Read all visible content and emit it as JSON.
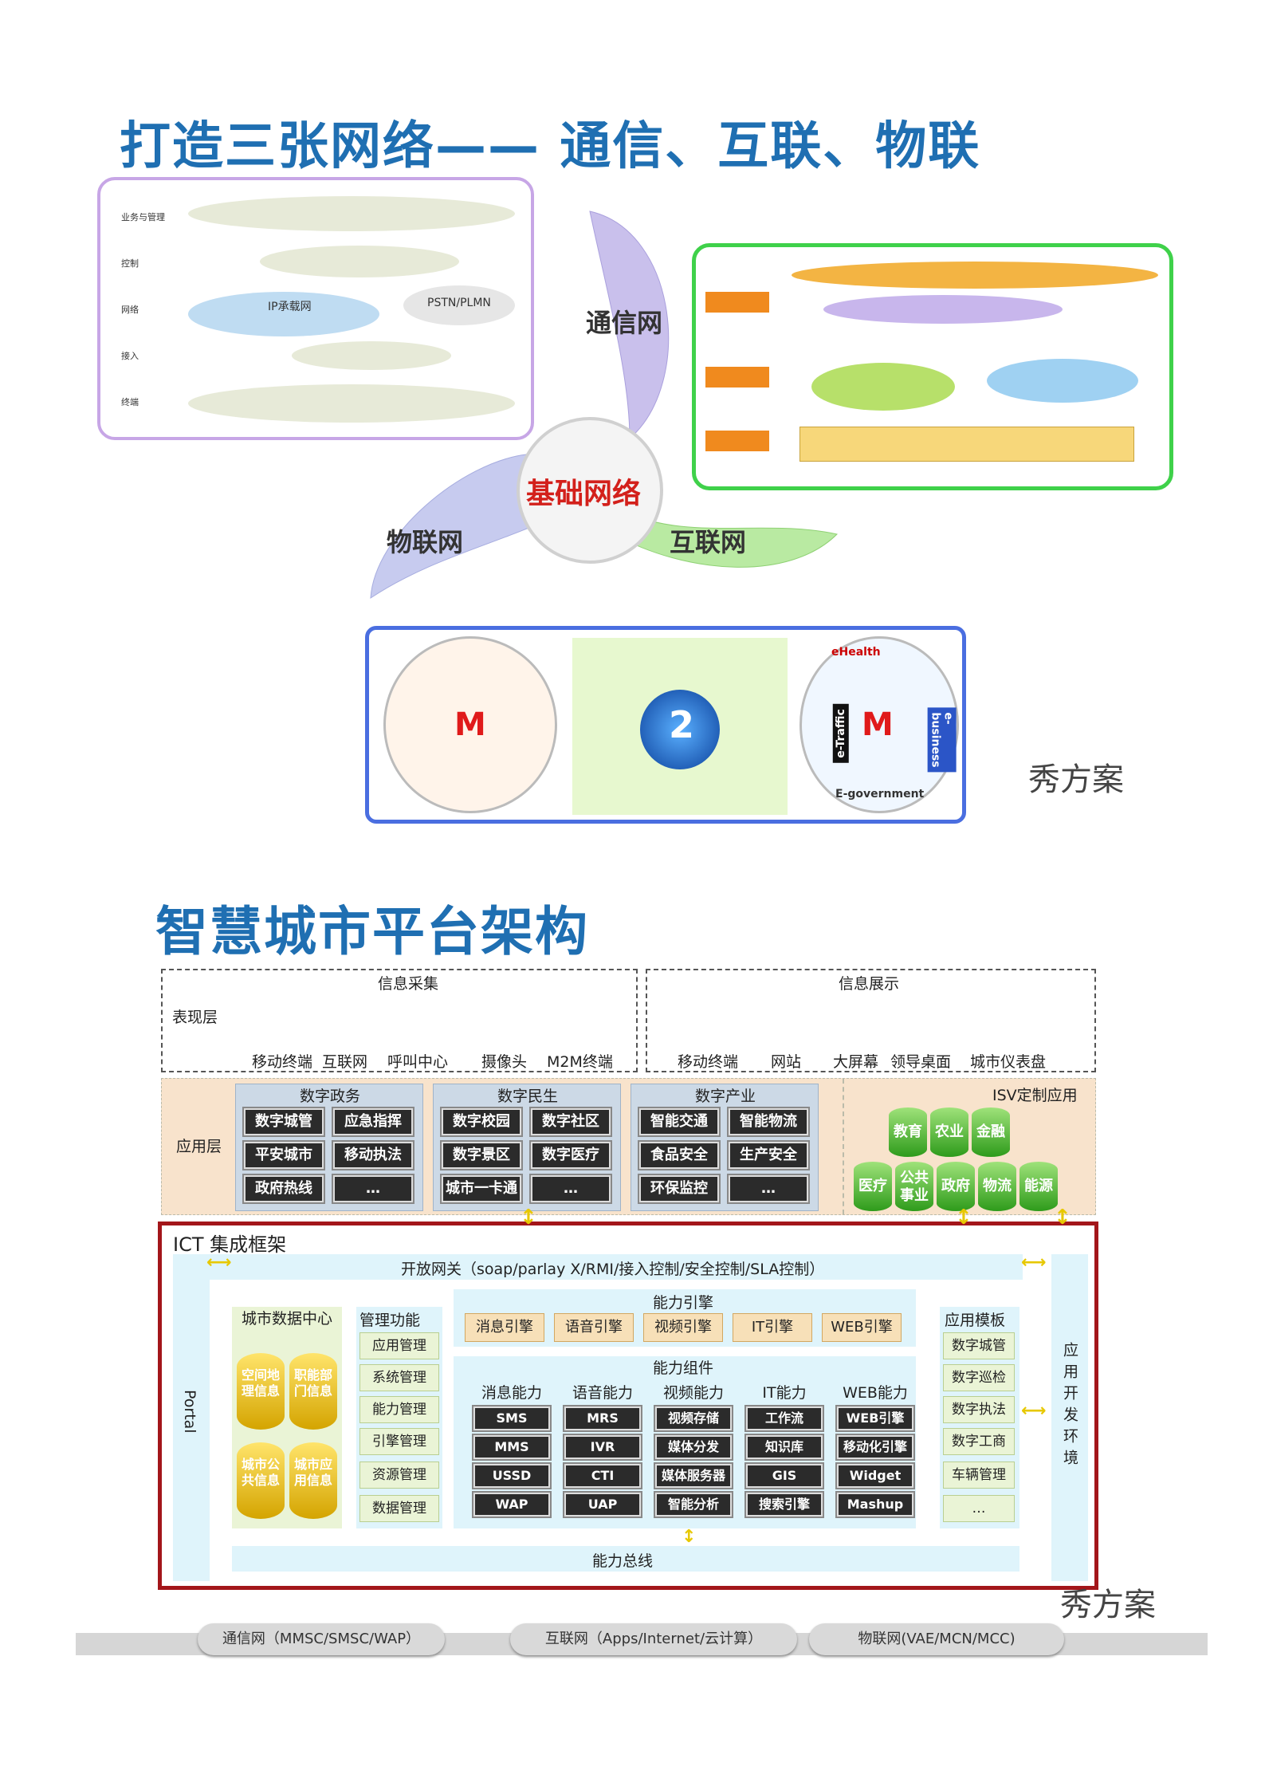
{
  "top": {
    "title": "打造三张网络—— 通信、互联、物联",
    "center": "基础网络",
    "petals": {
      "comm": "通信网",
      "iot": "物联网",
      "internet": "互联网"
    },
    "left_panel": {
      "rows": [
        "业务与管理",
        "控制",
        "网络",
        "接入",
        "终端"
      ],
      "cloud1": "IP承载网",
      "cloud2": "PSTN/PLMN"
    },
    "bottom_panel": {
      "m1": "M",
      "m2": "M",
      "two": "2",
      "ehealth": "eHealth",
      "etraffic": "e-Traffic",
      "ebusiness": "e-business",
      "egov": "E-government"
    },
    "watermark": "秀方案"
  },
  "bottom": {
    "title": "智慧城市平台架构",
    "presentation": {
      "layer_label": "表现层",
      "collect_title": "信息采集",
      "collect_items": [
        "移动终端",
        "互联网",
        "呼叫中心",
        "摄像头",
        "M2M终端"
      ],
      "display_title": "信息展示",
      "display_items": [
        "移动终端",
        "网站",
        "大屏幕",
        "领导桌面",
        "城市仪表盘"
      ]
    },
    "application": {
      "layer_label": "应用层",
      "groups": [
        {
          "title": "数字政务",
          "items": [
            "数字城管",
            "应急指挥",
            "平安城市",
            "移动执法",
            "政府热线",
            "…"
          ]
        },
        {
          "title": "数字民生",
          "items": [
            "数字校园",
            "数字社区",
            "数字景区",
            "数字医疗",
            "城市一卡通",
            "…"
          ]
        },
        {
          "title": "数字产业",
          "items": [
            "智能交通",
            "智能物流",
            "食品安全",
            "生产安全",
            "环保监控",
            "…"
          ]
        }
      ],
      "isv_title": "ISV定制应用",
      "isv_top": [
        "教育",
        "农业",
        "金融"
      ],
      "isv_bottom": [
        "医疗",
        "公共事业",
        "政府",
        "物流",
        "能源"
      ]
    },
    "ict": {
      "title": "ICT 集成框架",
      "gateway": "开放网关（soap/parlay X/RMI/接入控制/安全控制/SLA控制）",
      "portal": "Portal",
      "data_center": {
        "title": "城市数据中心",
        "items": [
          "空间地理信息",
          "职能部门信息",
          "城市公共信息",
          "城市应用信息"
        ]
      },
      "mgmt": {
        "title": "管理功能",
        "items": [
          "应用管理",
          "系统管理",
          "能力管理",
          "引擎管理",
          "资源管理",
          "数据管理"
        ]
      },
      "engines": {
        "title": "能力引擎",
        "items": [
          "消息引擎",
          "语音引擎",
          "视频引擎",
          "IT引擎",
          "WEB引擎"
        ]
      },
      "components": {
        "title": "能力组件",
        "cols": [
          {
            "title": "消息能力",
            "items": [
              "SMS",
              "MMS",
              "USSD",
              "WAP"
            ]
          },
          {
            "title": "语音能力",
            "items": [
              "MRS",
              "IVR",
              "CTI",
              "UAP"
            ]
          },
          {
            "title": "视频能力",
            "items": [
              "视频存储",
              "媒体分发",
              "媒体服务器",
              "智能分析"
            ]
          },
          {
            "title": "IT能力",
            "items": [
              "工作流",
              "知识库",
              "GIS",
              "搜索引擎"
            ]
          },
          {
            "title": "WEB能力",
            "items": [
              "WEB引擎",
              "移动化引擎",
              "Widget",
              "Mashup"
            ]
          }
        ]
      },
      "templates": {
        "title": "应用模板",
        "items": [
          "数字城管",
          "数字巡检",
          "数字执法",
          "数字工商",
          "车辆管理",
          "…"
        ]
      },
      "dev_env": "应用开发环境",
      "bus": "能力总线"
    },
    "networks": [
      "通信网（MMSC/SMSC/WAP）",
      "互联网（Apps/Internet/云计算）",
      "物联网(VAE/MCN/MCC)"
    ],
    "watermark": "秀方案"
  },
  "colors": {
    "title_blue": "#1f6fb2",
    "ict_red": "#a3161a",
    "app_bg": "#f8e3cc",
    "cap_bg": "#ccd9e6"
  }
}
